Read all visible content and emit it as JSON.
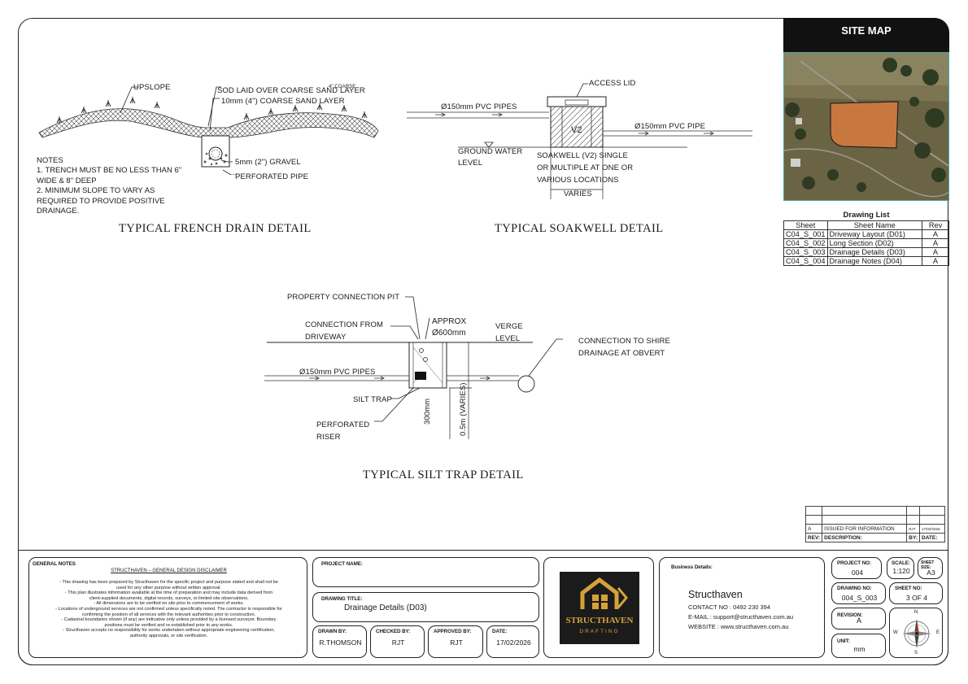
{
  "french_drain": {
    "title": "TYPICAL FRENCH DRAIN DETAIL",
    "label_upslope": "UPSLOPE",
    "label_sod": "SOD LAID OVER COARSE SAND LAYER",
    "label_sod_overlay": "4\" COARSE",
    "label_sand": "10mm (4\") COARSE SAND LAYER",
    "label_gravel": "5mm (2\") GRAVEL",
    "label_pipe": "PERFORATED PIPE",
    "notes": [
      "NOTES",
      "1. TRENCH MUST BE NO LESS THAN 6\"",
      "WIDE & 8\" DEEP",
      "2. MINIMUM SLOPE TO VARY AS",
      "REQUIRED TO PROVIDE POSITIVE",
      "DRAINAGE."
    ]
  },
  "soakwell": {
    "title": "TYPICAL SOAKWELL DETAIL",
    "label_lid": "ACCESS LID",
    "label_pipes_in": "Ø150mm PVC PIPES",
    "label_pipe_out": "Ø150mm PVC PIPE",
    "label_well": "V2",
    "label_groundwater": [
      "GROUND WATER",
      "LEVEL"
    ],
    "label_desc": [
      "SOAKWELL (V2) SINGLE",
      "OR MULTIPLE AT ONE OR",
      "VARIOUS LOCATIONS"
    ],
    "label_varies": "VARIES"
  },
  "silt_trap": {
    "title": "TYPICAL SILT TRAP DETAIL",
    "label_pit": "PROPERTY CONNECTION PIT",
    "label_conn": [
      "CONNECTION FROM",
      "DRIVEWAY"
    ],
    "label_approx": [
      "APPROX",
      "Ø600mm"
    ],
    "label_verge": [
      "VERGE",
      "LEVEL"
    ],
    "label_shire": [
      "CONNECTION TO SHIRE",
      "DRAINAGE AT OBVERT"
    ],
    "label_pipes": "Ø150mm PVC PIPES",
    "label_silt": "SILT TRAP",
    "label_riser": [
      "PERFORATED",
      "RISER"
    ],
    "label_300": "300mm",
    "label_05": "0.5m (VARIES)"
  },
  "site_map": {
    "title": "SITE MAP",
    "colors": {
      "field": "#c8783e",
      "bush": "#2f3a22",
      "ground": "#6b6444"
    }
  },
  "drawing_list": {
    "title": "Drawing List",
    "headers": [
      "Sheet",
      "Sheet Name",
      "Rev"
    ],
    "rows": [
      [
        "C04_S_001",
        "Driveway Layout (D01)",
        "A"
      ],
      [
        "C04_S_002",
        "Long Section (D02)",
        "A"
      ],
      [
        "C04_S_003",
        "Drainage Details (D03)",
        "A"
      ],
      [
        "C04_S_004",
        "Drainage Notes (D04)",
        "A"
      ]
    ]
  },
  "revisions": {
    "row": [
      "A",
      "ISSUED FOR INFORMATION",
      "RJT",
      "17/02/2026"
    ],
    "headers": [
      "REV:",
      "DESCRIPTION:",
      "BY:",
      "DATE:"
    ]
  },
  "title_block": {
    "general_notes_label": "GENERAL NOTES",
    "disclaimer_title": "STRUCTHAVEN – GENERAL DESIGN DISCLAIMER",
    "disclaimer_lines": [
      "- This drawing has been prepared by Structhaven for the specific project and purpose stated and shall not be",
      "used for any other purpose without written approval.",
      "- This plan illustrates information available at the time of preparation and may include data derived from",
      "client-supplied documents, digital records, surveys, or limited site observations.",
      "- All dimensions are to be verified on site prior to commencement of works.",
      "- Locations of underground services are not confirmed unless specifically noted. The contractor is responsible for",
      "confirming the position of all services with the relevant authorities prior to construction.",
      "- Cadastral boundaries shown (if any) are indicative only unless provided by a licensed surveyor. Boundary",
      "positions must be verified and re-established prior to any works.",
      "- Structhaven accepts no responsibility for works undertaken without appropriate engineering certification,",
      "authority approvals, or site verification."
    ],
    "project_name_label": "PROJECT NAME:",
    "project_name": "",
    "drawing_title_label": "DRAWING TITLE:",
    "drawing_title": "Drainage Details (D03)",
    "drawn_by_label": "DRAWN BY:",
    "drawn_by": "R.THOMSON",
    "checked_by_label": "CHECKED BY:",
    "checked_by": "RJT",
    "approved_by_label": "APPROVED BY:",
    "approved_by": "RJT",
    "date_label": "DATE:",
    "date": "17/02/2026",
    "logo_name": "STRUCTHAVEN",
    "logo_sub": "DRAFTING",
    "business_label": "Business Details:",
    "business_name": "Structhaven",
    "contact": "CONTACT NO : 0492 230 394",
    "email": "E-MAIL : support@structhaven.com.au",
    "website": "WEBSITE : www.structhaven.com.au",
    "project_no_label": "PROJECT NO:",
    "project_no": "004",
    "scale_label": "SCALE:",
    "scale": "1:120",
    "sheet_size_label": "SHEET SIZE:",
    "sheet_size": "A3",
    "drawing_no_label": "DRAWING NO:",
    "drawing_no": "004_S_003",
    "sheet_no_label": "SHEET NO:",
    "sheet_no": "3 OF 4",
    "revision_label": "REVISION:",
    "revision": "A",
    "unit_label": "UNIT:",
    "unit": "mm",
    "compass": {
      "n": "N",
      "s": "S",
      "e": "E",
      "w": "W"
    }
  }
}
